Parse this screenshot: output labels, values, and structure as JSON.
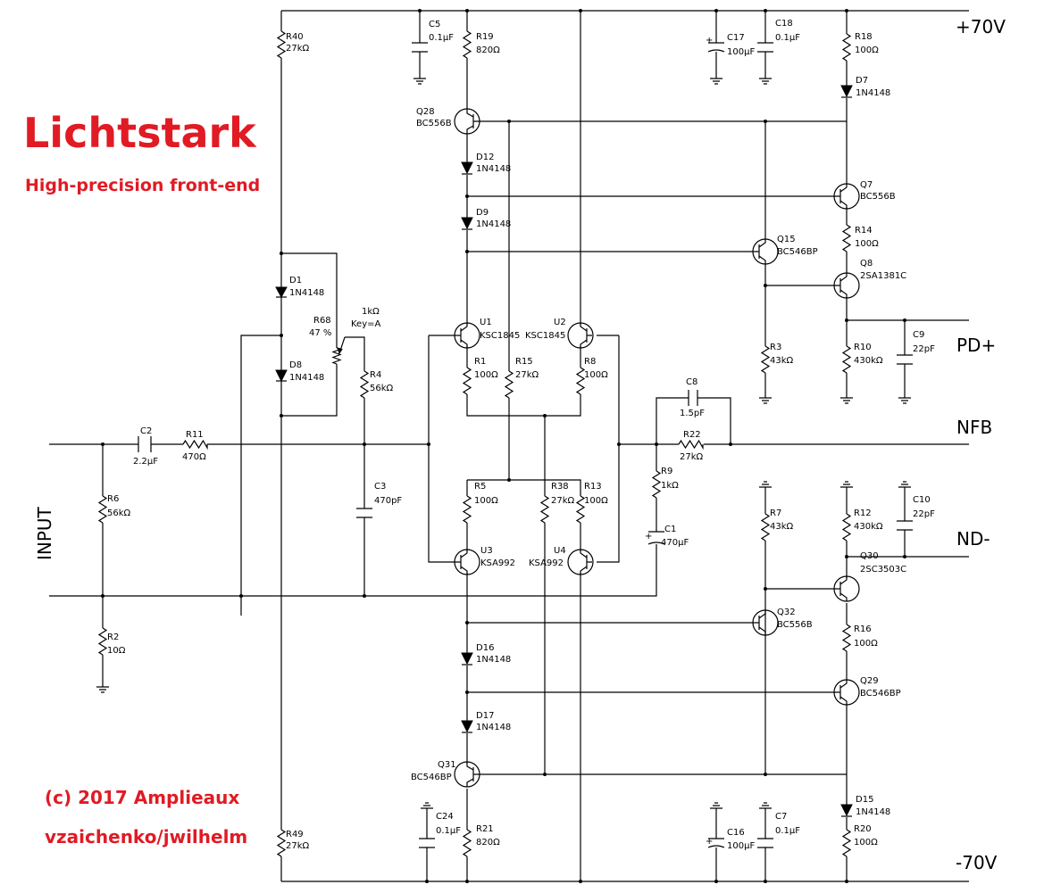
{
  "title": "Lichtstark",
  "subtitle": "High-precision front-end",
  "credits": [
    "(c) 2017 Amplieaux",
    "vzaichenko/jwilhelm"
  ],
  "rails": {
    "positive": "+70V",
    "negative": "-70V"
  },
  "ports": {
    "input": "INPUT",
    "pd": "PD+",
    "nfb": "NFB",
    "nd": "ND-"
  },
  "components": {
    "R40": [
      "R40",
      "27kΩ"
    ],
    "R49": [
      "R49",
      "27kΩ"
    ],
    "R19": [
      "R19",
      "820Ω"
    ],
    "R21": [
      "R21",
      "820Ω"
    ],
    "R18": [
      "R18",
      "100Ω"
    ],
    "R20": [
      "R20",
      "100Ω"
    ],
    "R14": [
      "R14",
      "100Ω"
    ],
    "R16": [
      "R16",
      "100Ω"
    ],
    "R1": [
      "R1",
      "100Ω"
    ],
    "R8": [
      "R8",
      "100Ω"
    ],
    "R5": [
      "R5",
      "100Ω"
    ],
    "R13": [
      "R13",
      "100Ω"
    ],
    "R15": [
      "R15",
      "27kΩ"
    ],
    "R38": [
      "R38",
      "27kΩ"
    ],
    "R3": [
      "R3",
      "43kΩ"
    ],
    "R7": [
      "R7",
      "43kΩ"
    ],
    "R10": [
      "R10",
      "430kΩ"
    ],
    "R12": [
      "R12",
      "430kΩ"
    ],
    "R4": [
      "R4",
      "56kΩ"
    ],
    "R6": [
      "R6",
      "56kΩ"
    ],
    "R11": [
      "R11",
      "470Ω"
    ],
    "R2": [
      "R2",
      "10Ω"
    ],
    "R22": [
      "R22",
      "27kΩ"
    ],
    "R9": [
      "R9",
      "1kΩ"
    ],
    "R68": [
      "R68",
      "47 %",
      "1kΩ",
      "Key=A"
    ],
    "C5": [
      "C5",
      "0.1µF"
    ],
    "C24": [
      "C24",
      "0.1µF"
    ],
    "C17": [
      "C17",
      "100µF"
    ],
    "C16": [
      "C16",
      "100µF"
    ],
    "C18": [
      "C18",
      "0.1µF"
    ],
    "C7": [
      "C7",
      "0.1µF"
    ],
    "C9": [
      "C9",
      "22pF"
    ],
    "C10": [
      "C10",
      "22pF"
    ],
    "C8": [
      "C8",
      "1.5pF"
    ],
    "C2": [
      "C2",
      "2.2µF"
    ],
    "C3": [
      "C3",
      "470pF"
    ],
    "C1": [
      "C1",
      "470µF"
    ],
    "D1": [
      "D1",
      "1N4148"
    ],
    "D8": [
      "D8",
      "1N4148"
    ],
    "D12": [
      "D12",
      "1N4148"
    ],
    "D9": [
      "D9",
      "1N4148"
    ],
    "D16": [
      "D16",
      "1N4148"
    ],
    "D17": [
      "D17",
      "1N4148"
    ],
    "D7": [
      "D7",
      "1N4148"
    ],
    "D15": [
      "D15",
      "1N4148"
    ],
    "Q28": [
      "Q28",
      "BC556B"
    ],
    "Q31": [
      "Q31",
      "BC546BP"
    ],
    "Q7": [
      "Q7",
      "BC556B"
    ],
    "Q29": [
      "Q29",
      "BC546BP"
    ],
    "Q15": [
      "Q15",
      "BC546BP"
    ],
    "Q32": [
      "Q32",
      "BC556B"
    ],
    "Q8": [
      "Q8",
      "2SA1381C"
    ],
    "Q30": [
      "Q30",
      "2SC3503C"
    ],
    "U1": [
      "U1",
      "KSC1845"
    ],
    "U2": [
      "U2",
      "KSC1845"
    ],
    "U3": [
      "U3",
      "KSA992"
    ],
    "U4": [
      "U4",
      "KSA992"
    ]
  }
}
